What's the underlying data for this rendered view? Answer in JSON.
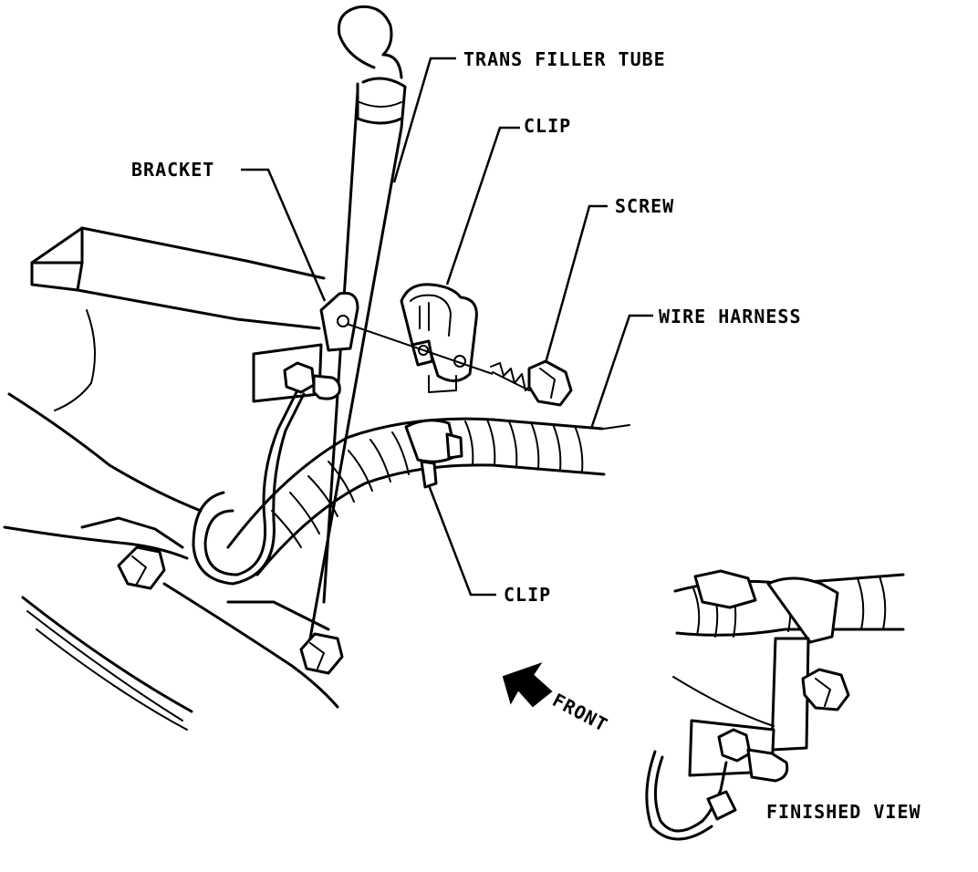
{
  "labels": {
    "trans_filler_tube": "TRANS FILLER TUBE",
    "clip_top": "CLIP",
    "bracket": "BRACKET",
    "screw": "SCREW",
    "wire_harness": "WIRE HARNESS",
    "clip_bottom": "CLIP",
    "front": "FRONT",
    "finished_view": "FINISHED VIEW"
  }
}
